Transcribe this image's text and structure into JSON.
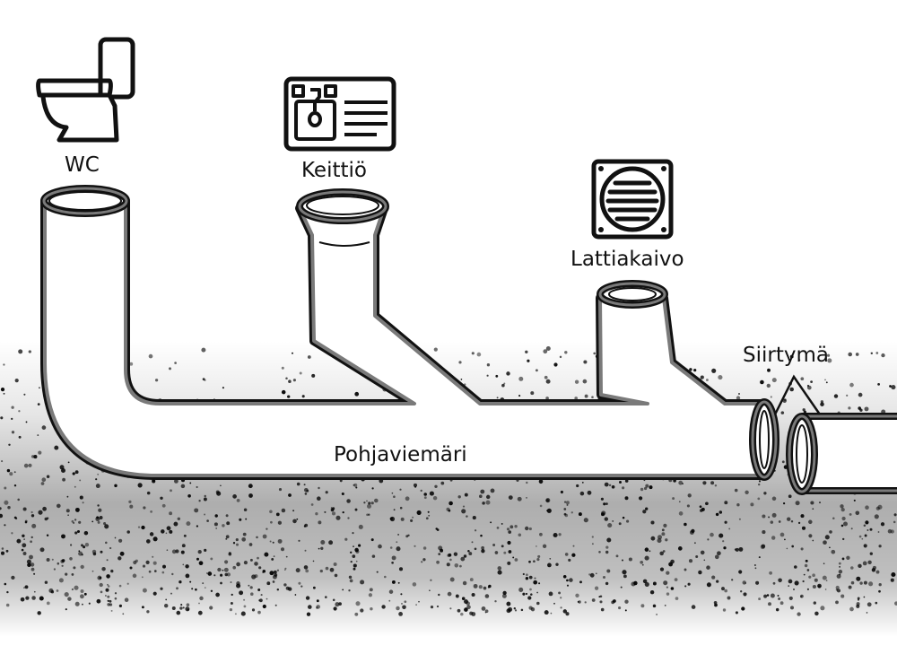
{
  "labels": {
    "wc": "WC",
    "keittio": "Keittiö",
    "lattiakaivo": "Lattiakaivo",
    "siirtyma": "Siirtymä",
    "pohjaviemari": "Pohjaviemäri"
  },
  "icons": {
    "wc": "toilet-icon",
    "keittio": "kitchen-sink-icon",
    "lattiakaivo": "floor-drain-icon"
  },
  "colors": {
    "pipe_fill": "#ffffff",
    "pipe_outline": "#111111",
    "pipe_inner": "#7a7a7a",
    "soil": "#000000"
  }
}
